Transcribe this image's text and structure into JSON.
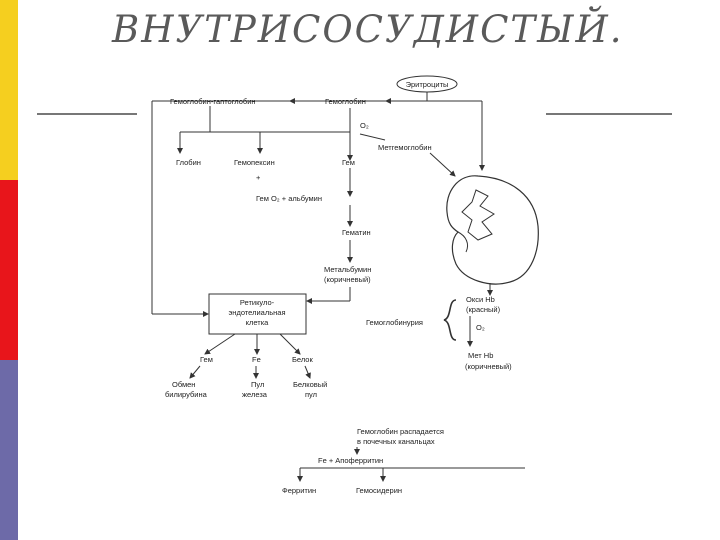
{
  "slide": {
    "title": "ВНУТРИСОСУДИСТЫЙ.",
    "colors": {
      "bar_top": "#f5cf1f",
      "bar_mid": "#e8151b",
      "bar_bottom": "#6d6aa8",
      "rule": "#777777",
      "title": "#5a5a5a"
    }
  },
  "diagram": {
    "erythrocytes": "Эритроциты",
    "hemoglobin_haptoglobin": "Гемоглобин-гаптоглобин",
    "hemoglobin": "Гемоглобин",
    "o2_a": "O₂",
    "methemoglobin": "Метгемоглобин",
    "globin": "Глобин",
    "hemopexin": "Гемопексин",
    "heme_a": "Гем",
    "plus": "+",
    "heme_o2_albumin": "Гем  O₂ + альбумин",
    "hematin": "Гематин",
    "methemalbumin_1": "Метальбумин",
    "methemalbumin_2": "(коричневый)",
    "res_1": "Ретикуло-",
    "res_2": "эндотелиальная",
    "res_3": "клетка",
    "heme_b": "Гем",
    "fe": "Fe",
    "protein": "Белок",
    "bilirubin_1": "Обмен",
    "bilirubin_2": "билирубина",
    "iron_pool_1": "Пул",
    "iron_pool_2": "железа",
    "protein_pool_1": "Белковый",
    "protein_pool_2": "пул",
    "hemoglobinuria": "Гемоглобинурия",
    "oxy_hb_1": "Окси Hb",
    "oxy_hb_2": "(красный)",
    "o2_b": "O₂",
    "met_hb_1": "Мет Hb",
    "met_hb_2": "(коричневый)",
    "kidney_text_1": "Гемоглобин распадается",
    "kidney_text_2": "в почечных канальцах",
    "fe_apoferritin": "Fe  +  Апоферритин",
    "ferritin": "Ферритин",
    "hemosiderin": "Гемосидерин"
  }
}
